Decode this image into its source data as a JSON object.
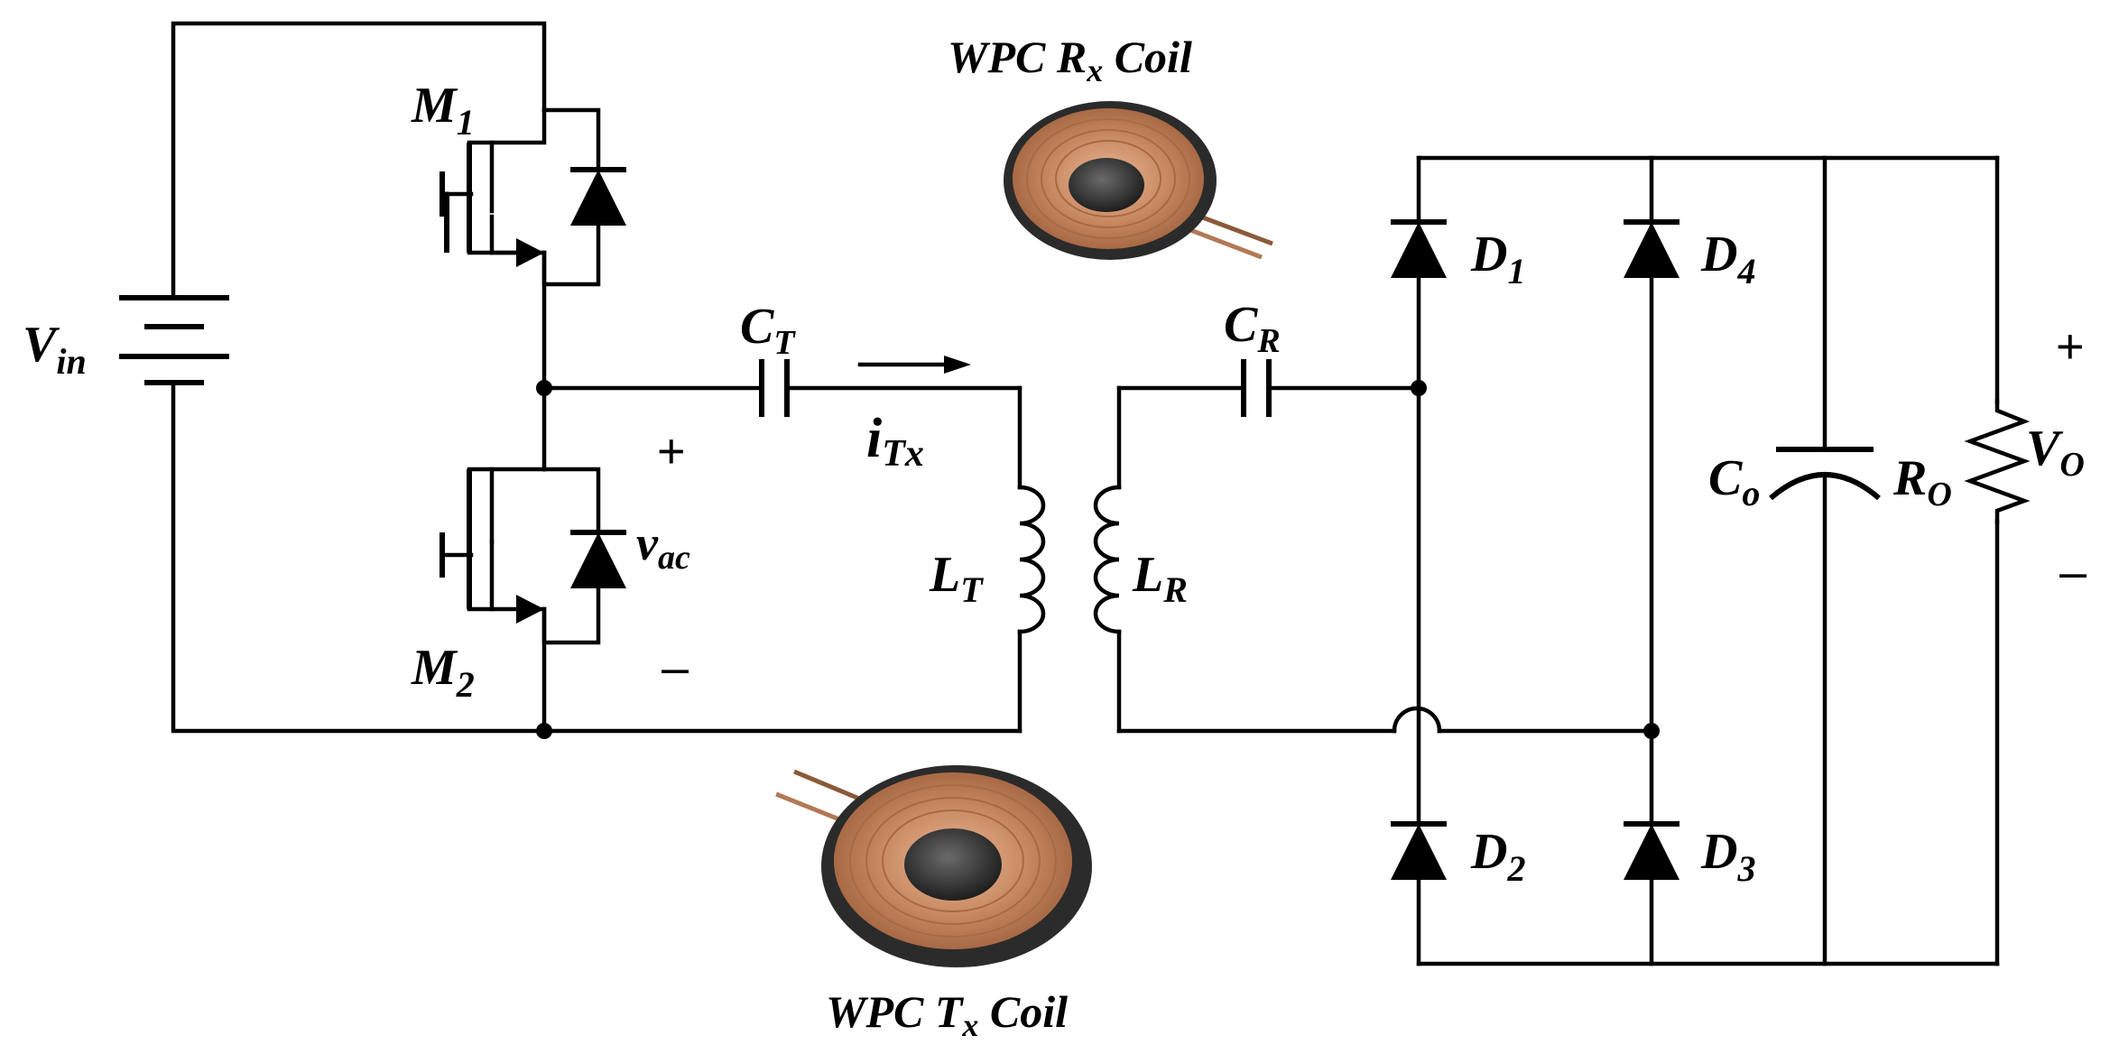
{
  "labels": {
    "vin": {
      "main": "V",
      "sub": "in"
    },
    "m1": {
      "main": "M",
      "sub": "1"
    },
    "m2": {
      "main": "M",
      "sub": "2"
    },
    "ct": {
      "main": "C",
      "sub": "T"
    },
    "itx": {
      "main": "i",
      "sub": "Tx"
    },
    "vac": {
      "main": "v",
      "sub": "ac"
    },
    "lt": {
      "main": "L",
      "sub": "T"
    },
    "lr": {
      "main": "L",
      "sub": "R"
    },
    "cr": {
      "main": "C",
      "sub": "R"
    },
    "d1": {
      "main": "D",
      "sub": "1"
    },
    "d2": {
      "main": "D",
      "sub": "2"
    },
    "d3": {
      "main": "D",
      "sub": "3"
    },
    "d4": {
      "main": "D",
      "sub": "4"
    },
    "co": {
      "main": "C",
      "sub": "o"
    },
    "ro": {
      "main": "R",
      "sub": "O"
    },
    "vo": {
      "main": "V",
      "sub": "O"
    },
    "rx_coil": {
      "pre": "WPC R",
      "sub": "x",
      "post": " Coil"
    },
    "tx_coil": {
      "pre": "WPC T",
      "sub": "x",
      "post": " Coil"
    }
  },
  "polarity": {
    "vac_plus": "+",
    "vac_minus": "–",
    "vo_plus": "+",
    "vo_minus": "–"
  },
  "colors": {
    "copper": "#c98a62",
    "coil_dark": "#2a2a2a",
    "ferrite": "#3a3a3a"
  }
}
